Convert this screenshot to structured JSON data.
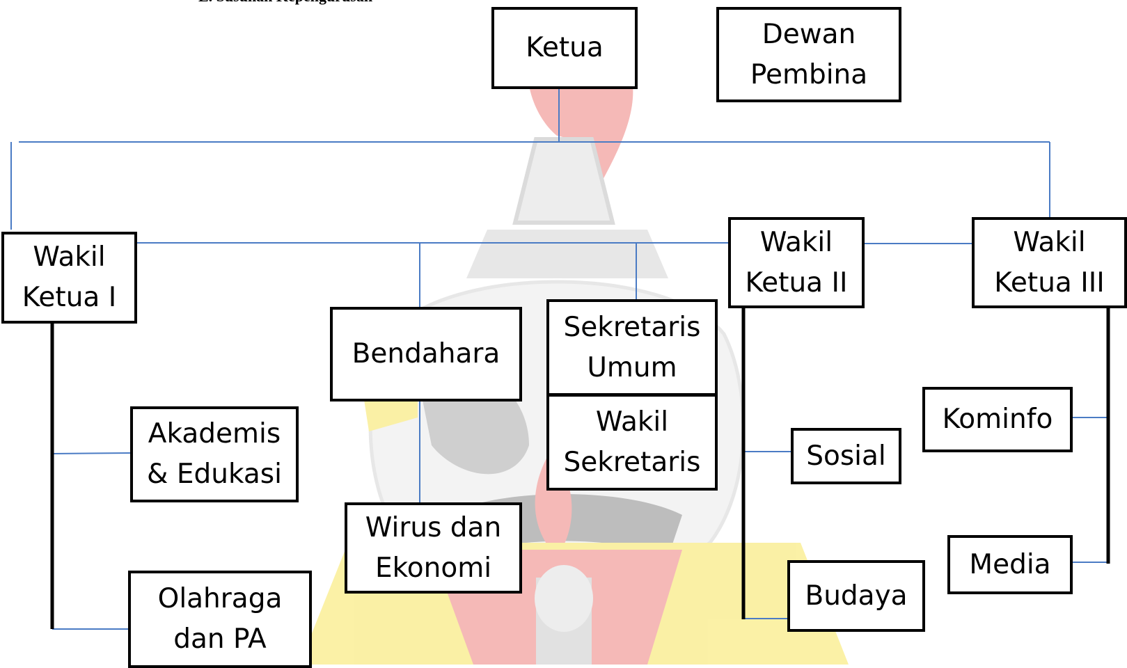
{
  "heading": "E.  Susunan Kepengurusan",
  "colors": {
    "connector": "#4a7bc4",
    "border": "#000000",
    "watermark_red": "#e53935",
    "watermark_yellow": "#f3d600"
  },
  "boxes": {
    "ketua": "Ketua",
    "dewan_pembina": "Dewan\nPembina",
    "wakil_ketua_1": "Wakil\nKetua I",
    "wakil_ketua_2": "Wakil\nKetua II",
    "wakil_ketua_3": "Wakil\nKetua III",
    "bendahara": "Bendahara",
    "sekretaris_umum": "Sekretaris\nUmum",
    "wakil_sekretaris": "Wakil\nSekretaris",
    "akademis": "Akademis\n& Edukasi",
    "olahraga": "Olahraga\ndan PA",
    "wirus": "Wirus dan\nEkonomi",
    "sosial": "Sosial",
    "budaya": "Budaya",
    "kominfo": "Kominfo",
    "media": "Media"
  }
}
